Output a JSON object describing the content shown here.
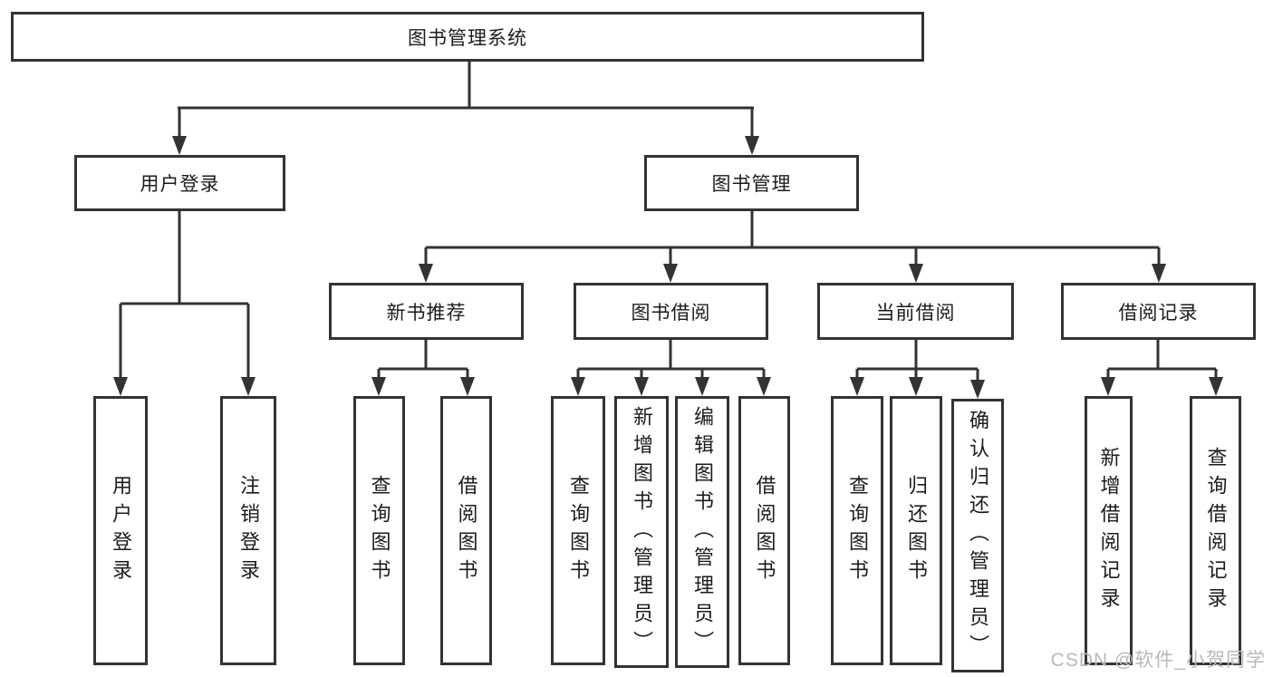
{
  "diagram": {
    "title": "图书管理系统",
    "type": "hierarchy-tree",
    "colors": {
      "line": "#333333",
      "box_border": "#333333",
      "box_fill": "#ffffff",
      "text": "#1c1c1c",
      "watermark_text_color": "#b9b9b9"
    },
    "nodes": {
      "root": {
        "label": "图书管理系统",
        "level": 1
      },
      "user_login_group": {
        "label": "用户登录",
        "level": 2,
        "parent": "root"
      },
      "book_management": {
        "label": "图书管理",
        "level": 2,
        "parent": "root"
      },
      "new_book_recommend": {
        "label": "新书推荐",
        "level": 3,
        "parent": "book_management"
      },
      "book_borrowing": {
        "label": "图书借阅",
        "level": 3,
        "parent": "book_management"
      },
      "current_borrowing": {
        "label": "当前借阅",
        "level": 3,
        "parent": "book_management"
      },
      "borrowing_records": {
        "label": "借阅记录",
        "level": 3,
        "parent": "book_management"
      },
      "user_login": {
        "label": "用户登录",
        "level": 3,
        "parent": "user_login_group"
      },
      "logout_login": {
        "label": "注销登录",
        "level": 3,
        "parent": "user_login_group"
      },
      "nbr_query_books": {
        "label": "查询图书",
        "level": 4,
        "parent": "new_book_recommend"
      },
      "nbr_borrow_books": {
        "label": "借阅图书",
        "level": 4,
        "parent": "new_book_recommend"
      },
      "bb_query_books": {
        "label": "查询图书",
        "level": 4,
        "parent": "book_borrowing"
      },
      "bb_add_books_admin": {
        "label": "新增图书（管理员）",
        "level": 4,
        "parent": "book_borrowing"
      },
      "bb_edit_books_admin": {
        "label": "编辑图书（管理员）",
        "level": 4,
        "parent": "book_borrowing"
      },
      "bb_borrow_books": {
        "label": "借阅图书",
        "level": 4,
        "parent": "book_borrowing"
      },
      "cb_query_books": {
        "label": "查询图书",
        "level": 4,
        "parent": "current_borrowing"
      },
      "cb_return_books": {
        "label": "归还图书",
        "level": 4,
        "parent": "current_borrowing"
      },
      "cb_confirm_return_admin": {
        "label": "确认归还（管理员）",
        "level": 4,
        "parent": "current_borrowing"
      },
      "br_add_record": {
        "label": "新增借阅记录",
        "level": 4,
        "parent": "borrowing_records"
      },
      "br_query_record": {
        "label": "查询借阅记录",
        "level": 4,
        "parent": "borrowing_records"
      }
    },
    "watermark": "CSDN @软件_小贺同学"
  }
}
